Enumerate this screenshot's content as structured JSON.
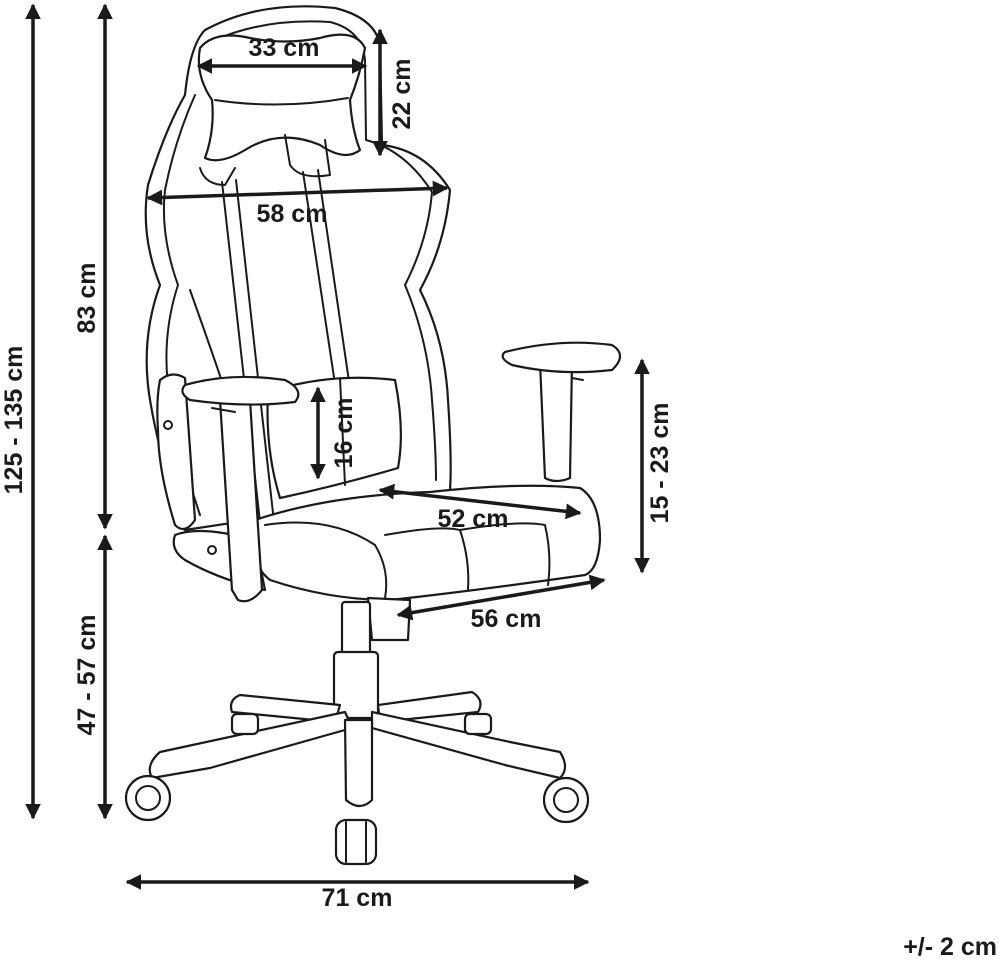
{
  "dimensions": {
    "headrest_width": "33 cm",
    "headrest_height": "22 cm",
    "backrest_width": "58 cm",
    "backrest_height": "83 cm",
    "total_height": "125 - 135 cm",
    "lumbar_height": "16 cm",
    "armrest_height": "15 - 23 cm",
    "seat_depth": "52 cm",
    "seat_width": "56 cm",
    "seat_height": "47 - 57 cm",
    "base_width": "71 cm"
  },
  "tolerance": "+/- 2 cm",
  "colors": {
    "line": "#1a1a1a",
    "background": "#ffffff"
  }
}
